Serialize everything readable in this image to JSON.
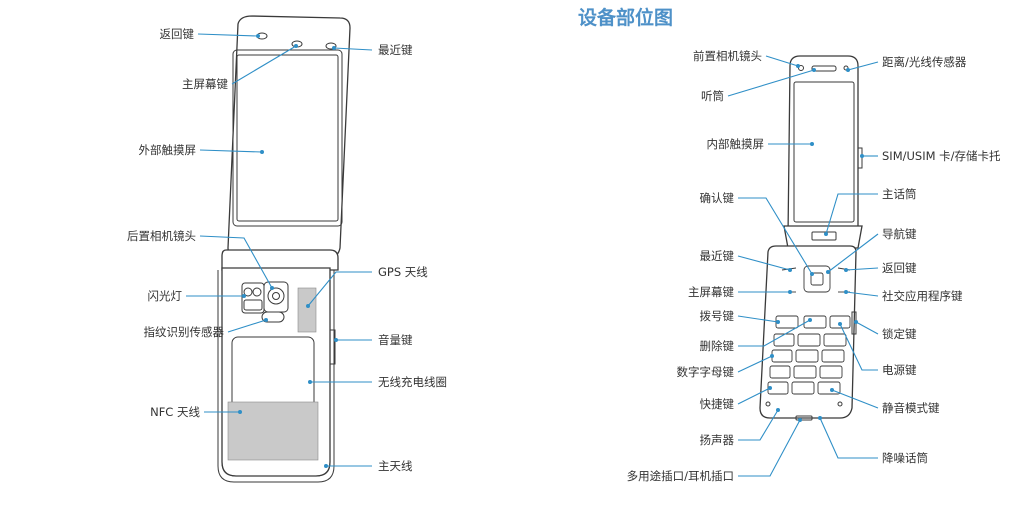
{
  "title": "设备部位图",
  "left_labels": {
    "back_key": "返回键",
    "home_key": "主屏幕键",
    "external_touchscreen": "外部触摸屏",
    "rear_camera": "后置相机镜头",
    "flash": "闪光灯",
    "fingerprint_sensor": "指纹识别传感器",
    "nfc_antenna": "NFC 天线",
    "recent_key": "最近键",
    "gps_antenna": "GPS 天线",
    "volume_key": "音量键",
    "wireless_charging_coil": "无线充电线圈",
    "main_antenna": "主天线"
  },
  "right_labels": {
    "front_camera": "前置相机镜头",
    "earpiece": "听筒",
    "internal_touchscreen": "内部触摸屏",
    "confirm_key": "确认键",
    "recent_key": "最近键",
    "home_key": "主屏幕键",
    "dial_key": "拨号键",
    "delete_key": "删除键",
    "alphanumeric_keys": "数字字母键",
    "shortcut_key": "快捷键",
    "speaker": "扬声器",
    "multipurpose_jack": "多用途插口/耳机插口",
    "proximity_light_sensor": "距离/光线传感器",
    "sim_card_tray": "SIM/USIM 卡/存储卡托",
    "main_microphone": "主话筒",
    "navigation_key": "导航键",
    "back_key": "返回键",
    "social_app_key": "社交应用程序键",
    "lock_key": "锁定键",
    "power_key": "电源键",
    "silent_mode_key": "静音模式键",
    "noise_cancel_mic": "降噪话筒"
  }
}
